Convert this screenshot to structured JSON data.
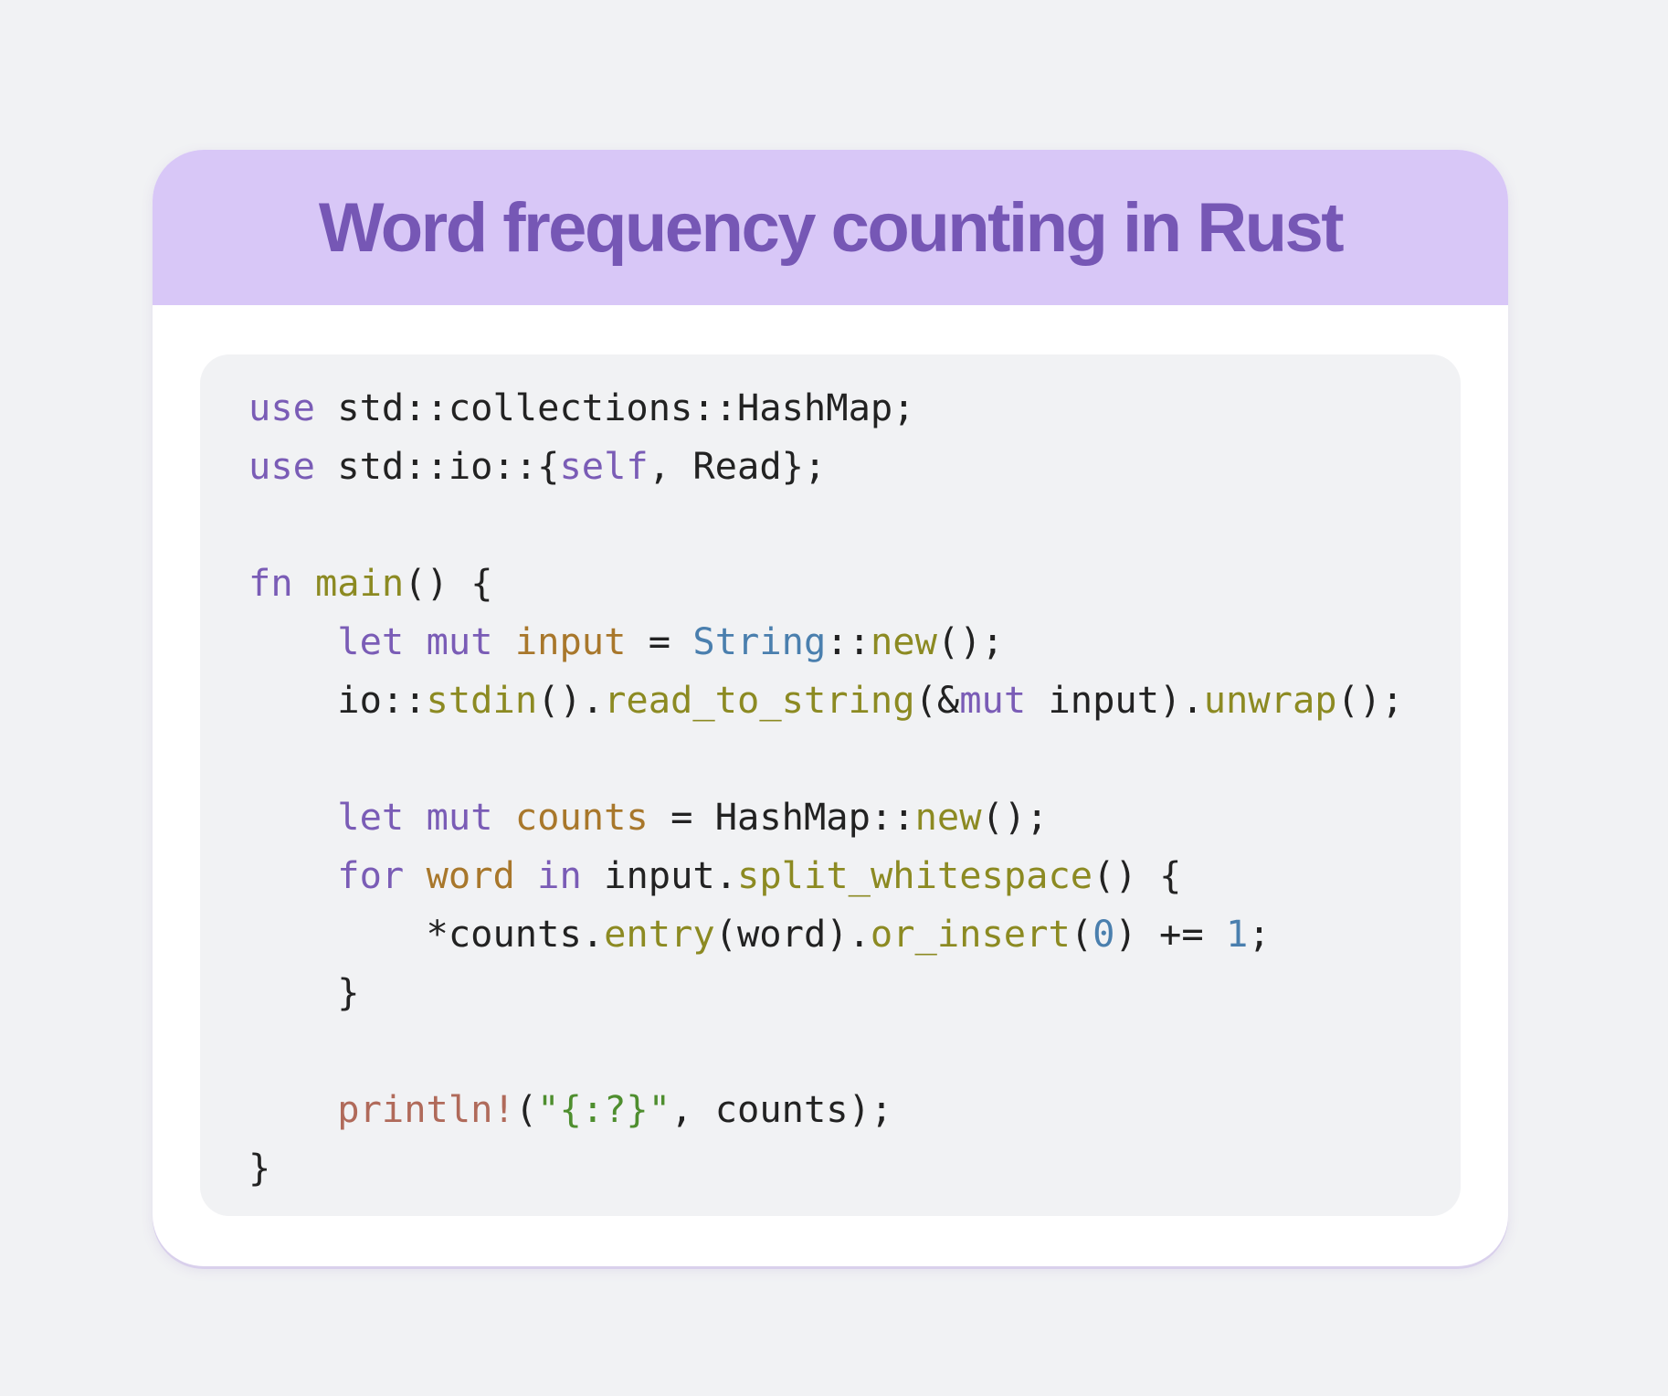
{
  "title": "Word frequency counting in Rust",
  "colors": {
    "header_bg": "#d8c7f7",
    "title": "#7657b5",
    "keyword": "#7a5cb6",
    "function": "#8c8a22",
    "variable": "#a8772b",
    "type": "#4a7fae",
    "string": "#4e8e2e",
    "macro": "#b06a5a"
  },
  "code_lines": [
    [
      [
        "kw",
        "use"
      ],
      [
        "plain",
        " std::collections::HashMap;"
      ]
    ],
    [
      [
        "kw",
        "use"
      ],
      [
        "plain",
        " std::io::{"
      ],
      [
        "kw",
        "self"
      ],
      [
        "plain",
        ", Read};"
      ]
    ],
    [],
    [
      [
        "kw",
        "fn"
      ],
      [
        "plain",
        " "
      ],
      [
        "fn",
        "main"
      ],
      [
        "plain",
        "() {"
      ]
    ],
    [
      [
        "plain",
        "    "
      ],
      [
        "kw",
        "let"
      ],
      [
        "plain",
        " "
      ],
      [
        "kw",
        "mut"
      ],
      [
        "plain",
        " "
      ],
      [
        "var",
        "input"
      ],
      [
        "plain",
        " = "
      ],
      [
        "type",
        "String"
      ],
      [
        "plain",
        "::"
      ],
      [
        "fn",
        "new"
      ],
      [
        "plain",
        "();"
      ]
    ],
    [
      [
        "plain",
        "    io::"
      ],
      [
        "fn",
        "stdin"
      ],
      [
        "plain",
        "()."
      ],
      [
        "fn",
        "read_to_string"
      ],
      [
        "plain",
        "(&"
      ],
      [
        "kw",
        "mut"
      ],
      [
        "plain",
        " input)."
      ],
      [
        "fn",
        "unwrap"
      ],
      [
        "plain",
        "();"
      ]
    ],
    [],
    [
      [
        "plain",
        "    "
      ],
      [
        "kw",
        "let"
      ],
      [
        "plain",
        " "
      ],
      [
        "kw",
        "mut"
      ],
      [
        "plain",
        " "
      ],
      [
        "var",
        "counts"
      ],
      [
        "plain",
        " = HashMap::"
      ],
      [
        "fn",
        "new"
      ],
      [
        "plain",
        "();"
      ]
    ],
    [
      [
        "plain",
        "    "
      ],
      [
        "kw",
        "for"
      ],
      [
        "plain",
        " "
      ],
      [
        "var",
        "word"
      ],
      [
        "plain",
        " "
      ],
      [
        "kw",
        "in"
      ],
      [
        "plain",
        " input."
      ],
      [
        "fn",
        "split_whitespace"
      ],
      [
        "plain",
        "() {"
      ]
    ],
    [
      [
        "plain",
        "        *counts."
      ],
      [
        "fn",
        "entry"
      ],
      [
        "plain",
        "(word)."
      ],
      [
        "fn",
        "or_insert"
      ],
      [
        "plain",
        "("
      ],
      [
        "num",
        "0"
      ],
      [
        "plain",
        ") += "
      ],
      [
        "num",
        "1"
      ],
      [
        "plain",
        ";"
      ]
    ],
    [
      [
        "plain",
        "    }"
      ]
    ],
    [],
    [
      [
        "plain",
        "    "
      ],
      [
        "mac",
        "println!"
      ],
      [
        "plain",
        "("
      ],
      [
        "str",
        "\"{:?}\""
      ],
      [
        "plain",
        ", counts);"
      ]
    ],
    [
      [
        "plain",
        "}"
      ]
    ]
  ]
}
